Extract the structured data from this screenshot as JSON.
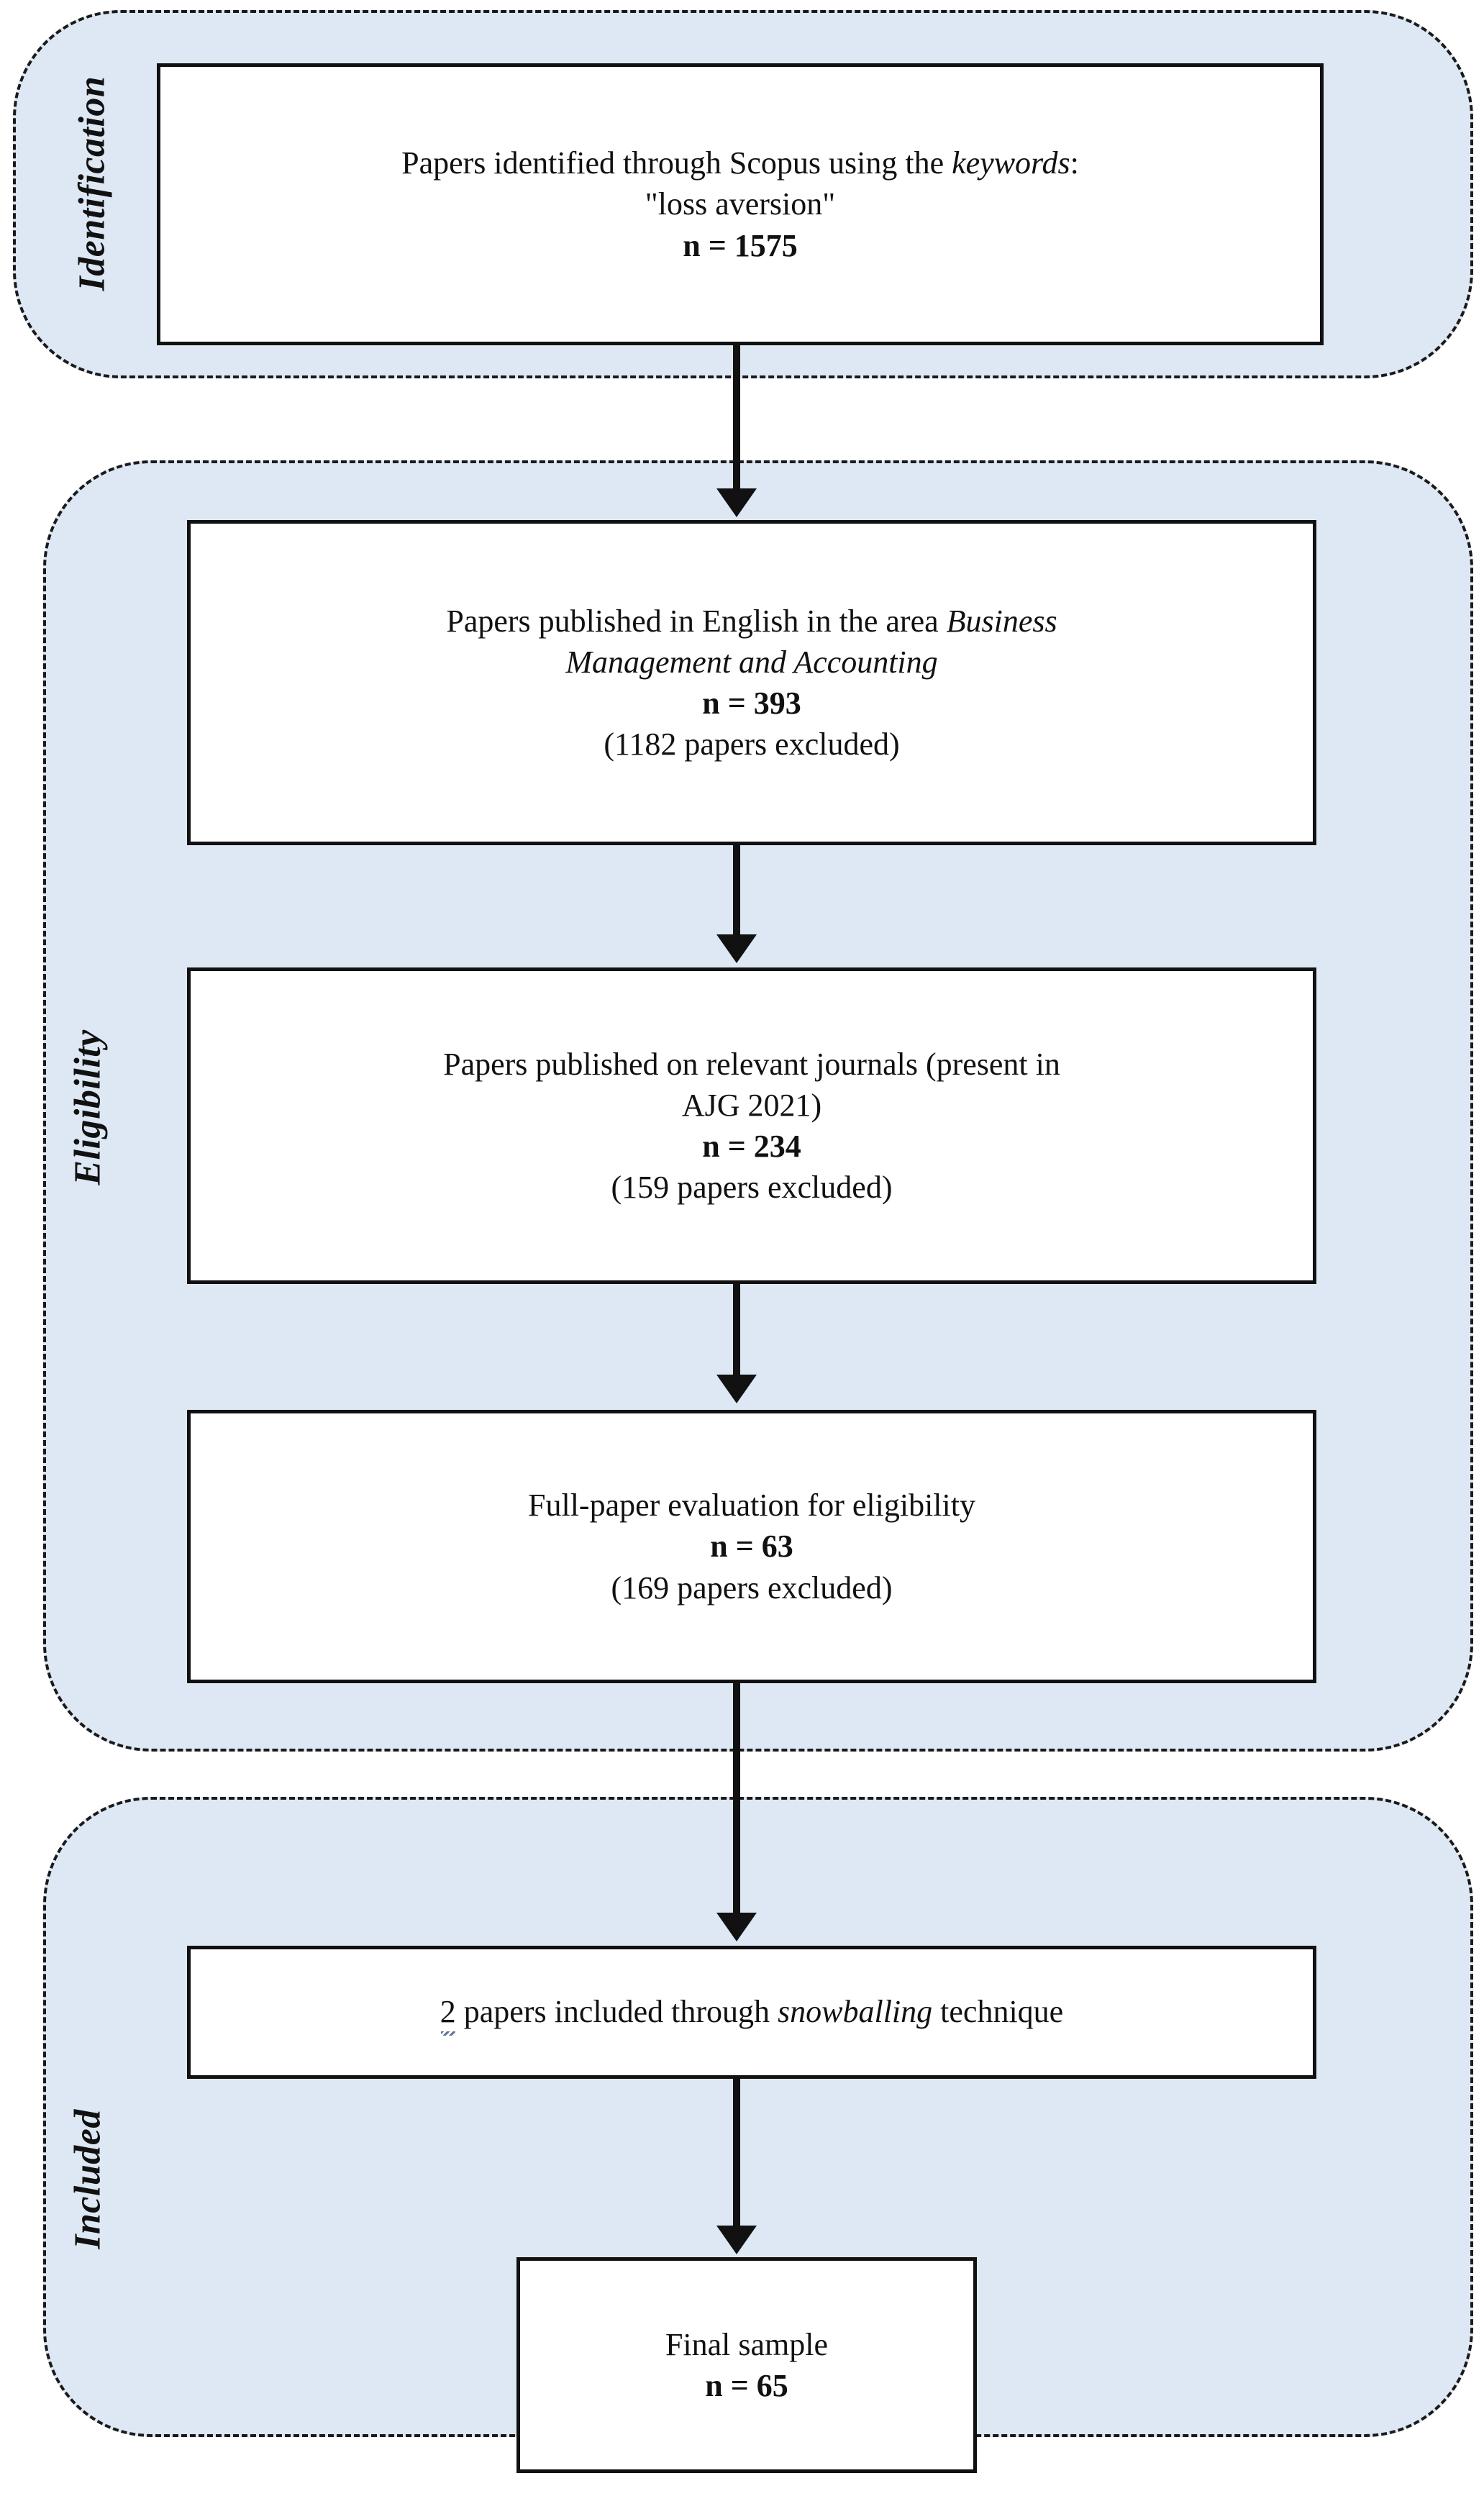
{
  "figure": {
    "type": "prisma-flow-diagram",
    "colors": {
      "panel_fill": "#dee8f4",
      "panel_border": "#1a1a1a",
      "box_fill": "#ffffff",
      "box_border": "#111111",
      "text": "#111111",
      "spellcheck_underline": "#4a5b8c"
    }
  },
  "stages": {
    "identification": {
      "label": "Identification"
    },
    "eligibility": {
      "label": "Eligibility"
    },
    "included": {
      "label": "Included"
    }
  },
  "boxes": {
    "identified": {
      "line1_pre": "Papers identified through Scopus using the ",
      "line1_italic": "keywords",
      "line1_post": ":",
      "line2": "\"loss aversion\"",
      "count": "n = 1575"
    },
    "english": {
      "line1_pre": "Papers published in English in the area ",
      "line1_italic": "Business",
      "line2_italic": "Management and Accounting",
      "count": "n = 393",
      "excluded": "(1182 papers excluded)"
    },
    "journals": {
      "line1": "Papers published on relevant journals (present in",
      "line2": "AJG 2021)",
      "count": "n = 234",
      "excluded": "(159 papers excluded)"
    },
    "fullpaper": {
      "line1": "Full-paper evaluation for eligibility",
      "count": "n = 63",
      "excluded": "(169 papers excluded)"
    },
    "snowball": {
      "number": "2",
      "text_pre": " papers included through ",
      "text_italic": "snowballing",
      "text_post": " technique"
    },
    "final": {
      "line1": "Final sample",
      "count": "n = 65"
    }
  },
  "flow_data": {
    "type": "flowchart",
    "nodes": [
      {
        "id": "identified",
        "stage": "Identification",
        "n": 1575,
        "excluded": null
      },
      {
        "id": "english",
        "stage": "Eligibility",
        "n": 393,
        "excluded": 1182
      },
      {
        "id": "journals",
        "stage": "Eligibility",
        "n": 234,
        "excluded": 159
      },
      {
        "id": "fullpaper",
        "stage": "Eligibility",
        "n": 63,
        "excluded": 169
      },
      {
        "id": "snowball",
        "stage": "Included",
        "n": 2,
        "excluded": null
      },
      {
        "id": "final",
        "stage": "Included",
        "n": 65,
        "excluded": null
      }
    ],
    "edges": [
      {
        "from": "identified",
        "to": "english"
      },
      {
        "from": "english",
        "to": "journals"
      },
      {
        "from": "journals",
        "to": "fullpaper"
      },
      {
        "from": "fullpaper",
        "to": "snowball"
      },
      {
        "from": "snowball",
        "to": "final"
      }
    ]
  }
}
